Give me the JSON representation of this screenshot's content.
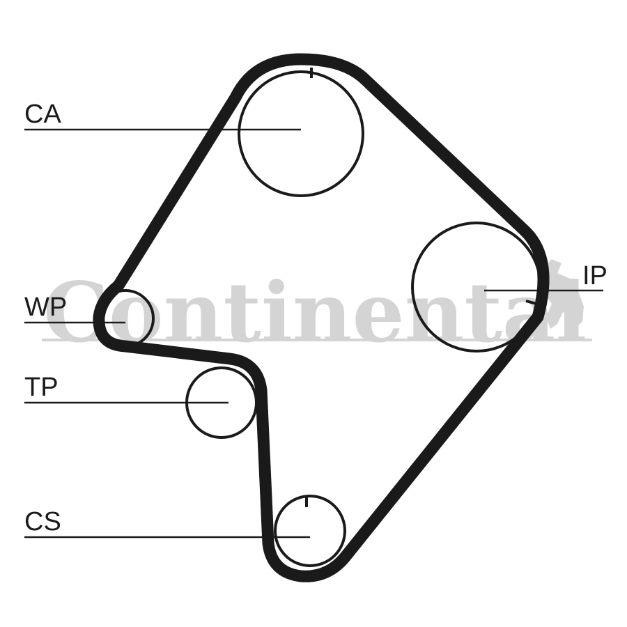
{
  "brand": {
    "logo_text": "Continental",
    "color": "#d4d4d4"
  },
  "colors": {
    "belt": "#1a1a1a",
    "background": "#ffffff"
  },
  "labels": {
    "ca": "CA",
    "ip": "IP",
    "wp": "WP",
    "tp": "TP",
    "cs": "CS"
  }
}
